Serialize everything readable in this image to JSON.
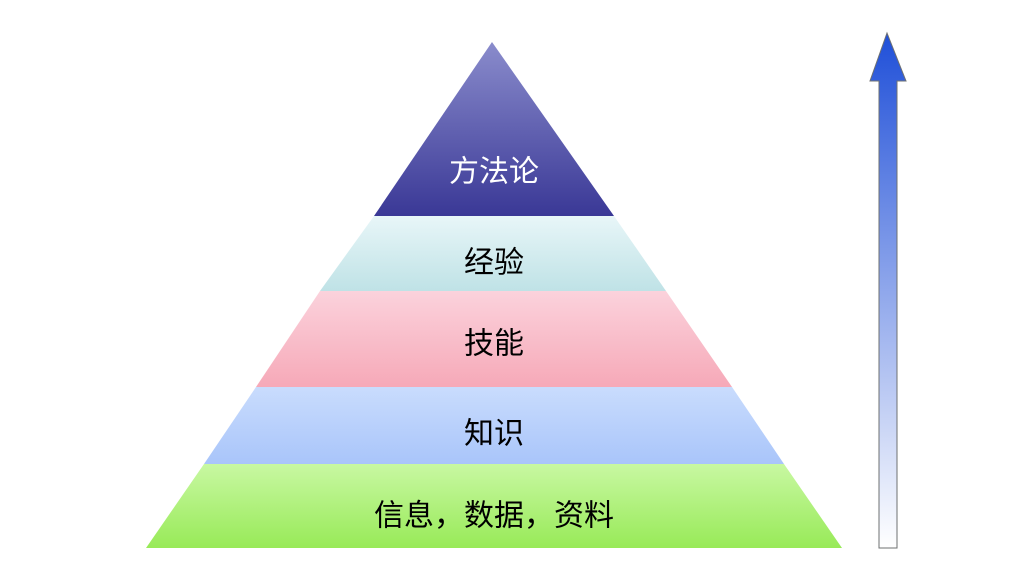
{
  "pyramid": {
    "tiers": [
      {
        "label": "方法论",
        "text_color": "#ffffff",
        "gradient": [
          "#8a8ccc",
          "#3a3896"
        ]
      },
      {
        "label": "经验",
        "text_color": "#000000",
        "gradient": [
          "#e8f6f8",
          "#bfe2e6"
        ]
      },
      {
        "label": "技能",
        "text_color": "#000000",
        "gradient": [
          "#fbd2dc",
          "#f6a9b8"
        ]
      },
      {
        "label": "知识",
        "text_color": "#000000",
        "gradient": [
          "#c9dcfd",
          "#a9c5fa"
        ]
      },
      {
        "label": "信息，数据，资料",
        "text_color": "#000000",
        "gradient": [
          "#c8f8a2",
          "#98ea58"
        ]
      }
    ]
  },
  "arrow": {
    "direction": "up",
    "gradient": [
      "#1f4fd8",
      "#ffffff"
    ],
    "outline": "#6e7072"
  }
}
